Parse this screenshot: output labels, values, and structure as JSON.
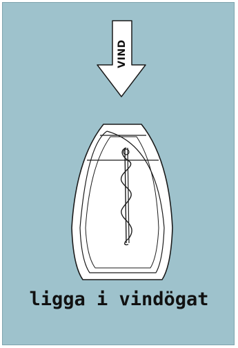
{
  "wind": {
    "label": "VIND"
  },
  "caption": {
    "text": "ligga i vindögat"
  },
  "colors": {
    "background": "#9ec2cc",
    "boat_fill": "#ffffff",
    "outline": "#1a1a1a",
    "arrow_fill": "#ffffff"
  },
  "icons": {
    "arrow": "down-arrow-icon",
    "boat": "boat-top-view",
    "rope": "coiled-rope"
  }
}
